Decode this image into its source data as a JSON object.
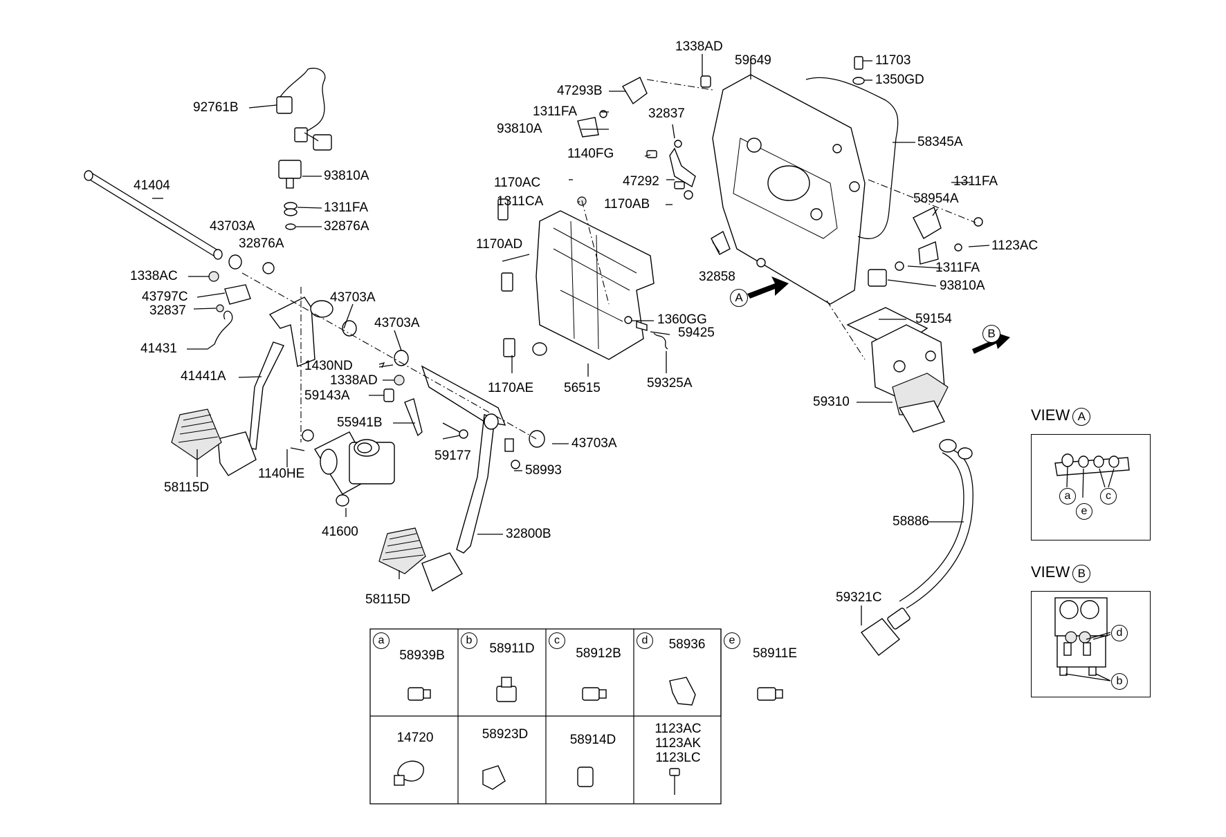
{
  "labels": {
    "l92761B": "92761B",
    "l93810A_1": "93810A",
    "l1311FA_1": "1311FA",
    "l32876A_1": "32876A",
    "l41404": "41404",
    "l43703A_1": "43703A",
    "l32876A_2": "32876A",
    "l1338AC": "1338AC",
    "l43797C": "43797C",
    "l32837_1": "32837",
    "l43703A_2": "43703A",
    "l43703A_3": "43703A",
    "l41431": "41431",
    "l41441A": "41441A",
    "l1430ND": "1430ND",
    "l1338AD_1": "1338AD",
    "l59143A": "59143A",
    "l55941B": "55941B",
    "l59177": "59177",
    "l43703A_4": "43703A",
    "l58993": "58993",
    "l1140HE": "1140HE",
    "l58115D_1": "58115D",
    "l41600": "41600",
    "l32800B": "32800B",
    "l58115D_2": "58115D",
    "l1338AD_2": "1338AD",
    "l59649": "59649",
    "l11703": "11703",
    "l1350GD": "1350GD",
    "l47293B": "47293B",
    "l1311FA_2": "1311FA",
    "l93810A_2": "93810A",
    "l32837_2": "32837",
    "l1140FG": "1140FG",
    "l58345A": "58345A",
    "l47292": "47292",
    "l1170AC": "1170AC",
    "l1311CA": "1311CA",
    "l1170AB": "1170AB",
    "l1311FA_3": "1311FA",
    "l58954A": "58954A",
    "l1123AC": "1123AC",
    "l1170AD": "1170AD",
    "l32858": "32858",
    "l1311FA_4": "1311FA",
    "l93810A_3": "93810A",
    "l1360GG": "1360GG",
    "l59425": "59425",
    "l59154": "59154",
    "l1170AE": "1170AE",
    "l56515": "56515",
    "l59325A": "59325A",
    "l59310": "59310",
    "l58886": "58886",
    "l59321C": "59321C"
  },
  "view_markers": {
    "A": "A",
    "B": "B"
  },
  "view_a": {
    "title": "VIEW",
    "letter": "A",
    "callouts": [
      "a",
      "e",
      "c"
    ]
  },
  "view_b": {
    "title": "VIEW",
    "letter": "B",
    "callouts": [
      "d",
      "b"
    ]
  },
  "table": {
    "row1": [
      {
        "letter": "a",
        "code": "58939B"
      },
      {
        "letter": "b",
        "code": "58911D"
      },
      {
        "letter": "c",
        "code": "58912B"
      },
      {
        "letter": "d",
        "code": "58936"
      },
      {
        "letter": "e",
        "code": "58911E"
      }
    ],
    "row2": [
      {
        "codes": [
          "14720"
        ]
      },
      {
        "codes": [
          "58923D"
        ]
      },
      {
        "codes": [
          "58914D"
        ]
      },
      {
        "codes": [
          "1123AC",
          "1123AK",
          "1123LC"
        ]
      }
    ]
  }
}
